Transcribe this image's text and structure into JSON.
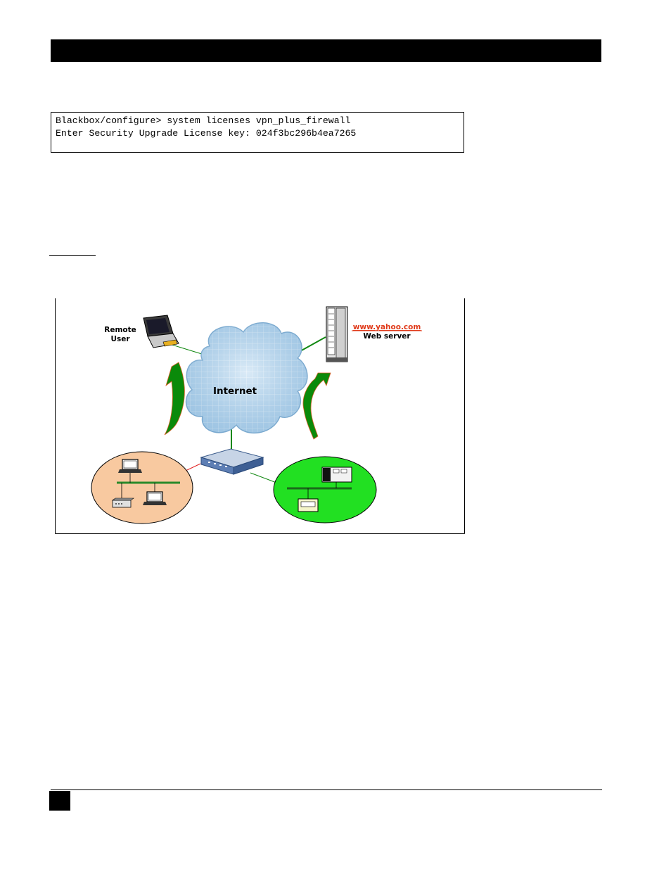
{
  "terminal": {
    "line1": "Blackbox/configure> system licenses vpn_plus_firewall",
    "line2": "Enter Security Upgrade License key: 024f3bc296b4ea7265"
  },
  "diagram": {
    "remote_user_label_1": "Remote",
    "remote_user_label_2": "User",
    "internet_label": "Internet",
    "web_server_url": "www.yahoo.com",
    "web_server_label": "Web server",
    "colors": {
      "lan_left": "#f8c9a0",
      "lan_right": "#22e022",
      "link_green": "#118811",
      "link_red": "#e02020",
      "arrow_green": "#0a8a0a",
      "url_red": "#e03a1a",
      "cloud_blue": "#a9cdea"
    }
  }
}
